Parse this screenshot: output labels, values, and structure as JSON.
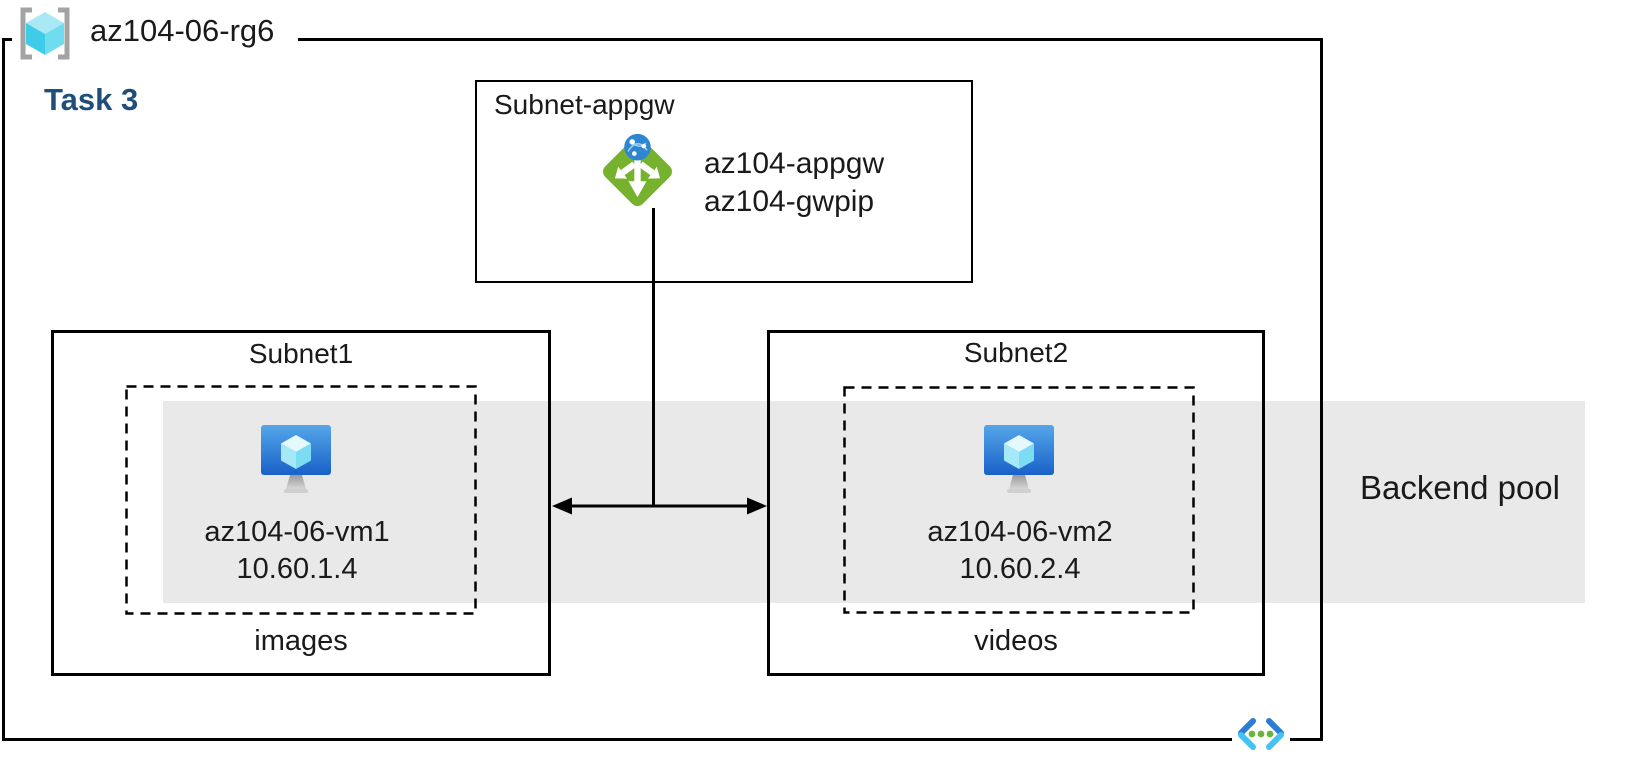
{
  "diagram": {
    "resource_group": {
      "label": "az104-06-rg6"
    },
    "task_label": "Task 3",
    "appgw_subnet": {
      "title": "Subnet-appgw",
      "gateway_name": "az104-appgw",
      "gateway_pip": "az104-gwpip"
    },
    "subnet1": {
      "title": "Subnet1",
      "vm_name": "az104-06-vm1",
      "vm_ip": "10.60.1.4",
      "caption": "images"
    },
    "subnet2": {
      "title": "Subnet2",
      "vm_name": "az104-06-vm2",
      "vm_ip": "10.60.2.4",
      "caption": "videos"
    },
    "backend_pool": {
      "label": "Backend pool"
    },
    "icons": {
      "resource_group": "resource-group-icon",
      "application_gateway": "application-gateway-icon",
      "virtual_machine": "virtual-machine-icon",
      "virtual_network": "virtual-network-icon"
    },
    "colors": {
      "line": "#000000",
      "task_label": "#1F4E79",
      "backend_band": "#EAE9E9",
      "appgw_green": "#76B22E",
      "globe_blue": "#2E86D1",
      "vm_screen_top": "#55A6E9",
      "vm_screen_bottom": "#1961C9",
      "cube_cyan": "#55D4EB",
      "bracket_gray": "#A3A3A3",
      "vnet_dark_blue": "#2B7CD3",
      "vnet_light_cyan": "#45C3EF",
      "vnet_green": "#6CB33F"
    }
  }
}
